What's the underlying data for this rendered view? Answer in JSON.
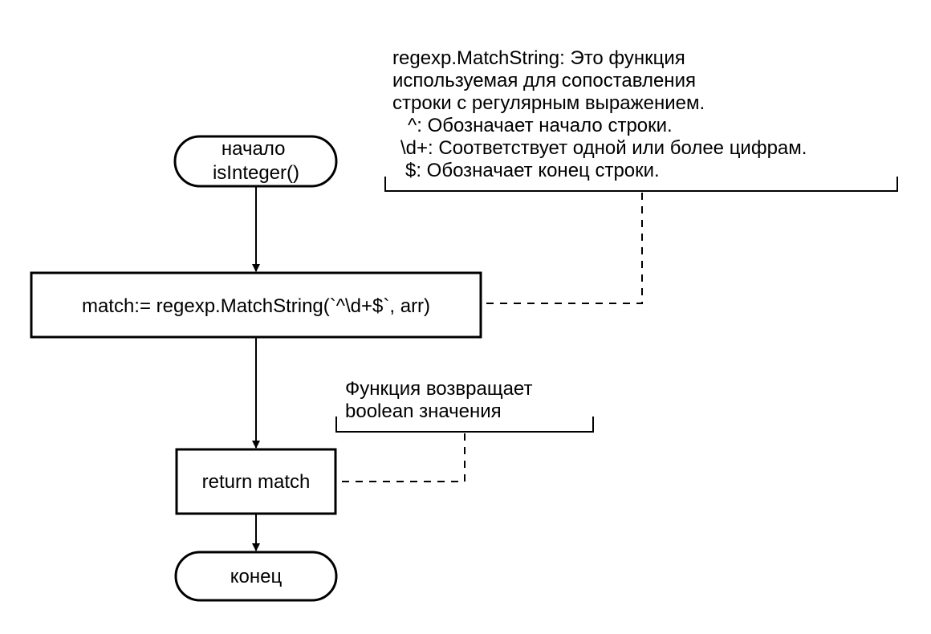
{
  "flowchart": {
    "start": {
      "lines": [
        "начало",
        "isInteger()"
      ]
    },
    "match_step": {
      "label": "match:= regexp.MatchString(`^\\d+$`, arr)"
    },
    "return_step": {
      "label": "return match"
    },
    "end": {
      "label": "конец"
    }
  },
  "notes": {
    "regex_note": {
      "lines": [
        "regexp.MatchString: Это функция",
        "используемая для сопоставления",
        "строки с регулярным выражением.",
        "^: Обозначает начало строки.",
        "\\d+: Соответствует одной или более цифрам.",
        "$: Обозначает конец строки."
      ]
    },
    "return_note": {
      "lines": [
        "Функция возвращает",
        "boolean значения"
      ]
    }
  }
}
